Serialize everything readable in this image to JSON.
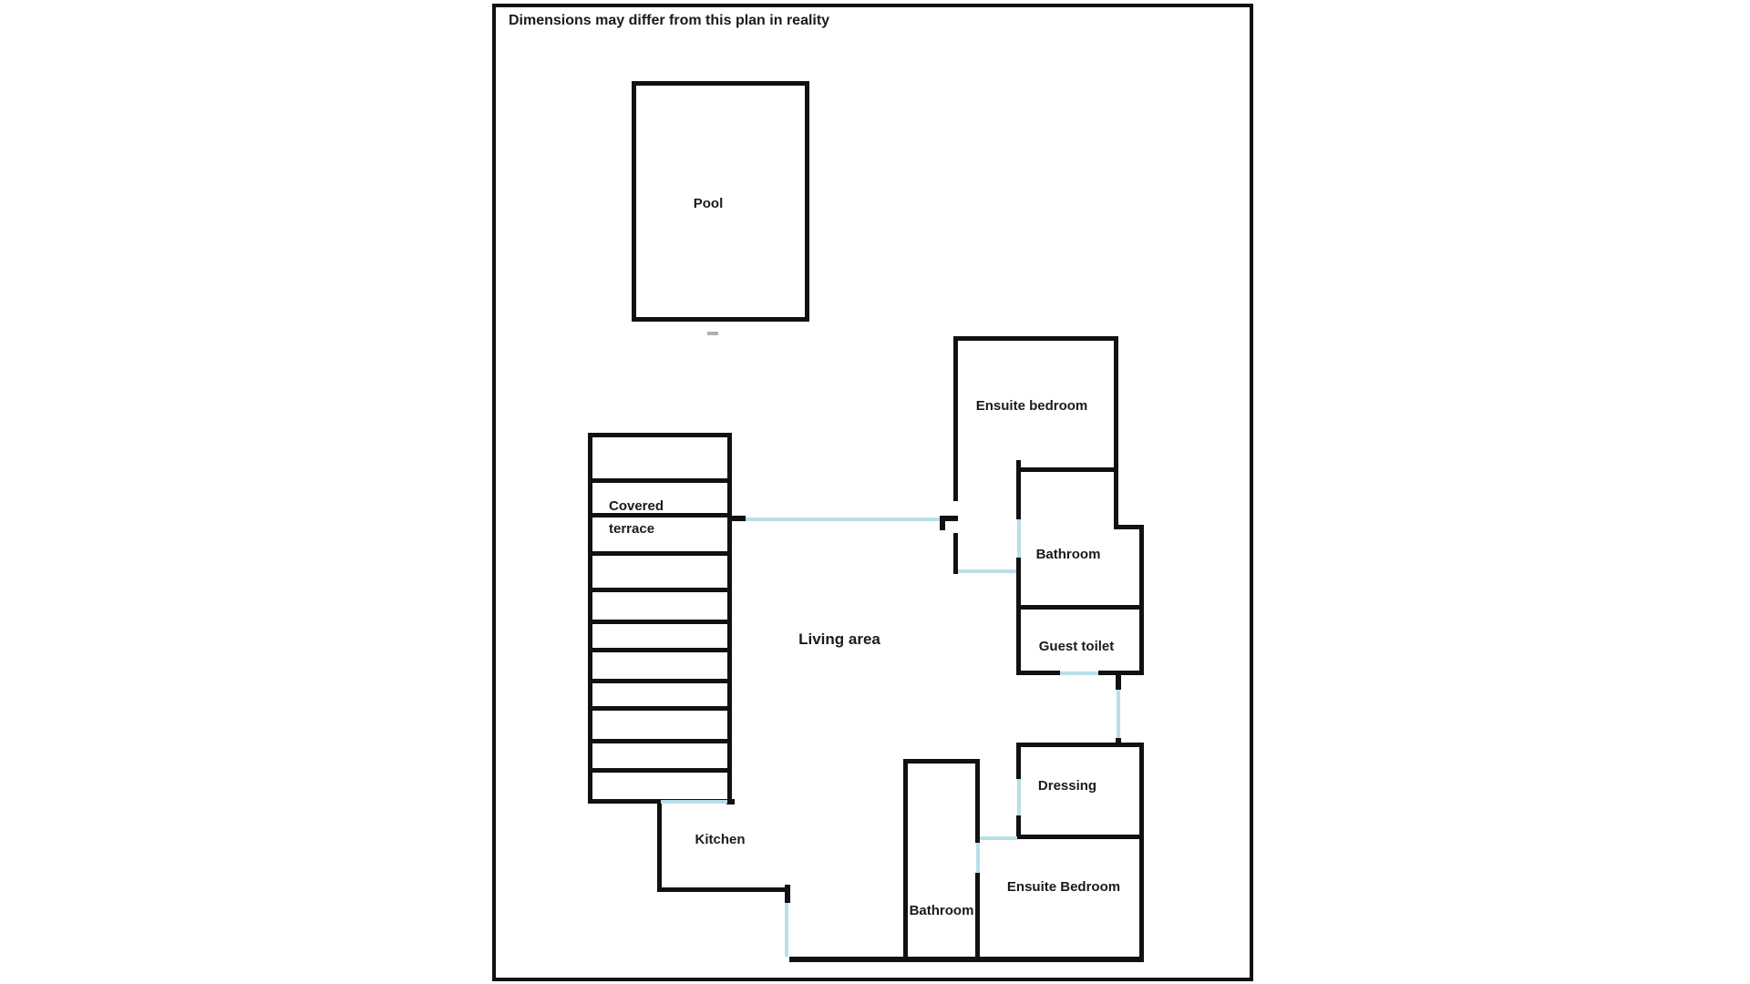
{
  "disclaimer": "Dimensions may differ from this plan in reality",
  "rooms": {
    "pool": "Pool",
    "covered_terrace_line1": "Covered",
    "covered_terrace_line2": "terrace",
    "living_area": "Living area",
    "ensuite_bedroom_top": "Ensuite bedroom",
    "bathroom_upper": "Bathroom",
    "guest_toilet": "Guest toilet",
    "dressing": "Dressing",
    "kitchen": "Kitchen",
    "bathroom_lower": "Bathroom",
    "ensuite_bedroom_bottom": "Ensuite Bedroom"
  },
  "colors": {
    "wall": "#111111",
    "door_opening": "#b8dfe8",
    "background": "#ffffff",
    "text": "#1b1b1b",
    "pool_mark": "#b0b0b0"
  },
  "structure": {
    "walls": [
      [
        1046,
        369,
        181,
        5
      ],
      [
        1046,
        369,
        5,
        181
      ],
      [
        1031,
        566,
        20,
        6
      ],
      [
        1031,
        566,
        6,
        16
      ],
      [
        1046,
        585,
        5,
        45
      ],
      [
        1222,
        369,
        5,
        212
      ],
      [
        1222,
        576,
        33,
        5
      ],
      [
        1250,
        576,
        5,
        165
      ],
      [
        1115,
        505,
        5,
        65
      ],
      [
        1115,
        513,
        112,
        5
      ],
      [
        1115,
        612,
        5,
        57
      ],
      [
        1115,
        664,
        140,
        5
      ],
      [
        1115,
        664,
        5,
        77
      ],
      [
        1115,
        736,
        48,
        5
      ],
      [
        1205,
        736,
        50,
        5
      ],
      [
        1224,
        741,
        6,
        16
      ],
      [
        1224,
        810,
        6,
        9
      ],
      [
        1115,
        815,
        140,
        5
      ],
      [
        1115,
        815,
        5,
        40
      ],
      [
        1115,
        895,
        5,
        26
      ],
      [
        1115,
        916,
        140,
        5
      ],
      [
        1250,
        815,
        5,
        241
      ],
      [
        866,
        1050,
        389,
        6
      ],
      [
        991,
        833,
        5,
        219
      ],
      [
        991,
        833,
        84,
        5
      ],
      [
        1070,
        833,
        5,
        92
      ],
      [
        1070,
        958,
        5,
        94
      ],
      [
        721,
        882,
        5,
        97
      ],
      [
        721,
        974,
        146,
        5
      ],
      [
        861,
        971,
        6,
        20
      ],
      [
        797,
        877,
        9,
        6
      ],
      [
        803,
        566,
        15,
        6
      ]
    ],
    "terrace_slats": [
      [
        645,
        525,
        158,
        5
      ],
      [
        645,
        563,
        158,
        5
      ],
      [
        645,
        605,
        158,
        5
      ],
      [
        645,
        645,
        158,
        5
      ],
      [
        645,
        680,
        158,
        5
      ],
      [
        645,
        711,
        158,
        5
      ],
      [
        645,
        745,
        158,
        5
      ],
      [
        645,
        775,
        158,
        5
      ],
      [
        645,
        811,
        158,
        5
      ],
      [
        645,
        843,
        158,
        5
      ]
    ],
    "openings": [
      [
        818,
        568,
        213,
        4
      ],
      [
        1051,
        625,
        64,
        4
      ],
      [
        1116,
        570,
        4,
        42
      ],
      [
        1163,
        737,
        42,
        4
      ],
      [
        1225,
        757,
        4,
        53
      ],
      [
        1116,
        855,
        4,
        40
      ],
      [
        1075,
        918,
        41,
        4
      ],
      [
        1071,
        925,
        4,
        33
      ],
      [
        725,
        878,
        73,
        4
      ],
      [
        861,
        991,
        4,
        59
      ]
    ]
  }
}
